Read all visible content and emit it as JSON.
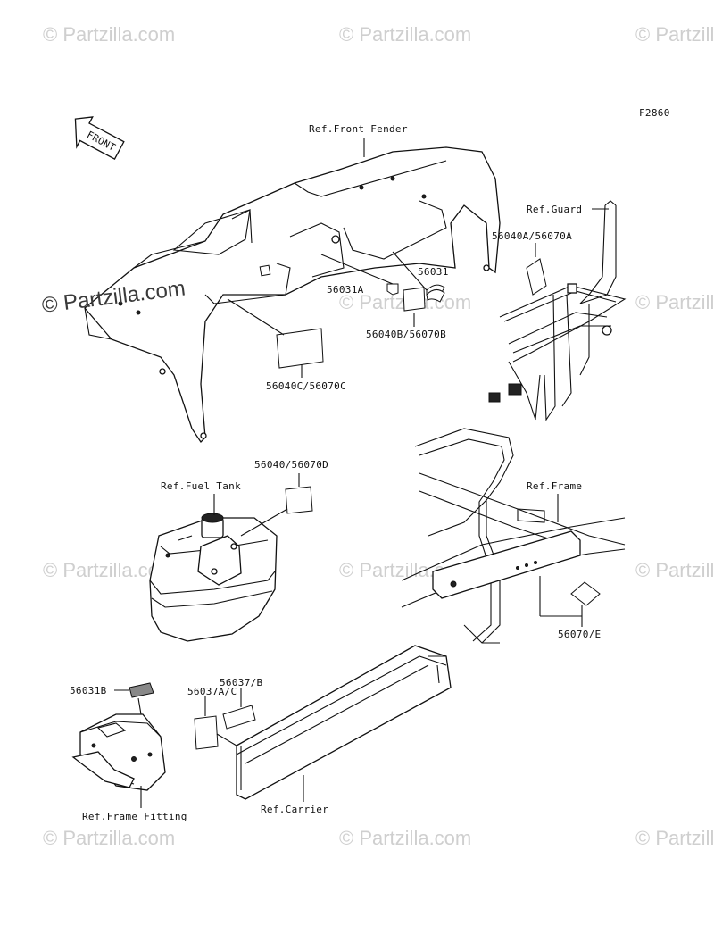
{
  "diagram_code": "F2860",
  "front_arrow_label": "FRONT",
  "watermark": "© Partzilla.com",
  "watermark_prominent": "© Partzilla.com",
  "labels": {
    "ref_front_fender": "Ref.Front Fender",
    "ref_guard": "Ref.Guard",
    "ref_fuel_tank": "Ref.Fuel Tank",
    "ref_frame": "Ref.Frame",
    "ref_frame_fitting": "Ref.Frame Fitting",
    "ref_carrier": "Ref.Carrier",
    "p56031": "56031",
    "p56031a": "56031A",
    "p56031b": "56031B",
    "p56040b_56070b": "56040B/56070B",
    "p56040a_56070a": "56040A/56070A",
    "p56040c_56070c": "56040C/56070C",
    "p56040_56070d": "56040/56070D",
    "p56070e": "56070/E",
    "p56037b": "56037/B",
    "p56037ac": "56037A/C"
  }
}
